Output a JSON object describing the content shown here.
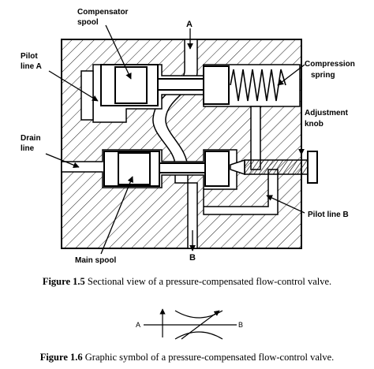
{
  "figure_1_5": {
    "labels": {
      "compensator_line1": "Compensator",
      "compensator_line2": "spool",
      "pilot_a_line1": "Pilot",
      "pilot_a_line2": "line A",
      "drain_line1": "Drain",
      "drain_line2": "line",
      "main_spool": "Main spool",
      "port_a": "A",
      "port_b": "B",
      "compression_line1": "Compression",
      "compression_line2": "spring",
      "adjustment_line1": "Adjustment",
      "adjustment_line2": "knob",
      "pilot_b": "Pilot line B"
    },
    "caption_number": "Figure 1.5",
    "caption_text": " Sectional view of a pressure-compensated flow-control valve."
  },
  "figure_1_6": {
    "port_a": "A",
    "port_b": "B",
    "caption_number": "Figure 1.6",
    "caption_text": " Graphic symbol of a pressure-compensated flow-control valve."
  }
}
